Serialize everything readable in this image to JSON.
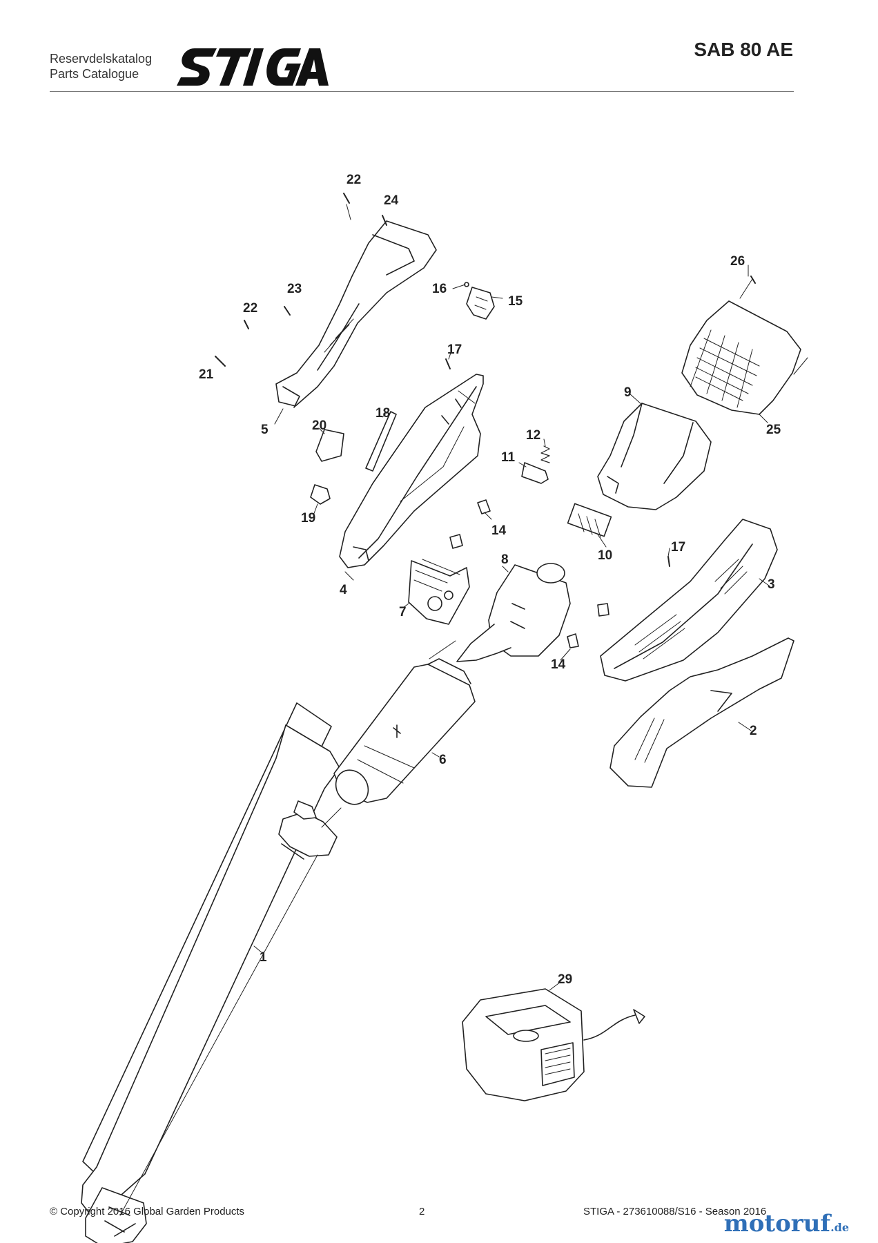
{
  "header": {
    "catalog_sv": "Reservdelskatalog",
    "catalog_en": "Parts Catalogue",
    "brand": "STIGA",
    "model": "SAB 80 AE"
  },
  "callouts": {
    "c1": "1",
    "c2": "2",
    "c3": "3",
    "c4": "4",
    "c5": "5",
    "c6": "6",
    "c7": "7",
    "c8": "8",
    "c9": "9",
    "c10": "10",
    "c11": "11",
    "c12": "12",
    "c14a": "14",
    "c14b": "14",
    "c15": "15",
    "c16": "16",
    "c17a": "17",
    "c17b": "17",
    "c18": "18",
    "c19": "19",
    "c20": "20",
    "c21": "21",
    "c22a": "22",
    "c22b": "22",
    "c23": "23",
    "c24": "24",
    "c25": "25",
    "c26": "26",
    "c29": "29"
  },
  "footer": {
    "copyright": "© Copyright 2016 Global Garden Products",
    "page": "2",
    "doc": "STIGA - 273610088/S16 - Season 2016"
  },
  "watermark": {
    "name": "motoruf",
    "suffix": ".de"
  }
}
